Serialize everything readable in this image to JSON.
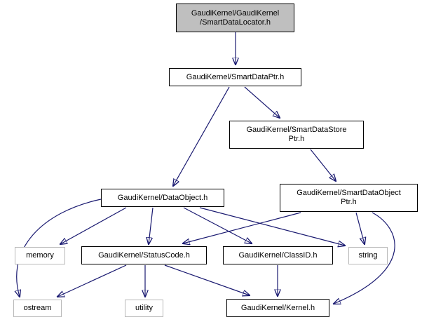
{
  "graph": {
    "type": "include-dependency-graph",
    "nodes": {
      "locator": {
        "label": "GaudiKernel/GaudiKernel\n/SmartDataLocator.h",
        "kind": "current"
      },
      "smartdataptr": {
        "label": "GaudiKernel/SmartDataPtr.h",
        "kind": "internal"
      },
      "smartdatastoreptr": {
        "label": "GaudiKernel/SmartDataStore\nPtr.h",
        "kind": "internal"
      },
      "dataobject": {
        "label": "GaudiKernel/DataObject.h",
        "kind": "internal"
      },
      "smartdataobjectptr": {
        "label": "GaudiKernel/SmartDataObject\nPtr.h",
        "kind": "internal"
      },
      "memory": {
        "label": "memory",
        "kind": "external"
      },
      "statuscode": {
        "label": "GaudiKernel/StatusCode.h",
        "kind": "internal"
      },
      "classid": {
        "label": "GaudiKernel/ClassID.h",
        "kind": "internal"
      },
      "string": {
        "label": "string",
        "kind": "external"
      },
      "ostream": {
        "label": "ostream",
        "kind": "external"
      },
      "utility": {
        "label": "utility",
        "kind": "external"
      },
      "kernel": {
        "label": "GaudiKernel/Kernel.h",
        "kind": "internal"
      }
    },
    "edges": [
      {
        "from": "locator",
        "to": "smartdataptr"
      },
      {
        "from": "smartdataptr",
        "to": "dataobject"
      },
      {
        "from": "smartdataptr",
        "to": "smartdatastoreptr"
      },
      {
        "from": "smartdatastoreptr",
        "to": "smartdataobjectptr"
      },
      {
        "from": "dataobject",
        "to": "memory"
      },
      {
        "from": "dataobject",
        "to": "ostream"
      },
      {
        "from": "dataobject",
        "to": "statuscode"
      },
      {
        "from": "dataobject",
        "to": "classid"
      },
      {
        "from": "dataobject",
        "to": "string"
      },
      {
        "from": "smartdataobjectptr",
        "to": "statuscode"
      },
      {
        "from": "smartdataobjectptr",
        "to": "string"
      },
      {
        "from": "smartdataobjectptr",
        "to": "kernel"
      },
      {
        "from": "statuscode",
        "to": "ostream"
      },
      {
        "from": "statuscode",
        "to": "utility"
      },
      {
        "from": "statuscode",
        "to": "kernel"
      },
      {
        "from": "classid",
        "to": "kernel"
      }
    ],
    "colors": {
      "edge": "#191970",
      "node_fill": "#ffffff",
      "current_node_fill": "#bfbfbf",
      "internal_border": "#000000",
      "external_border": "#b8b8b8",
      "background": "#ffffff",
      "text": "#000000"
    }
  }
}
